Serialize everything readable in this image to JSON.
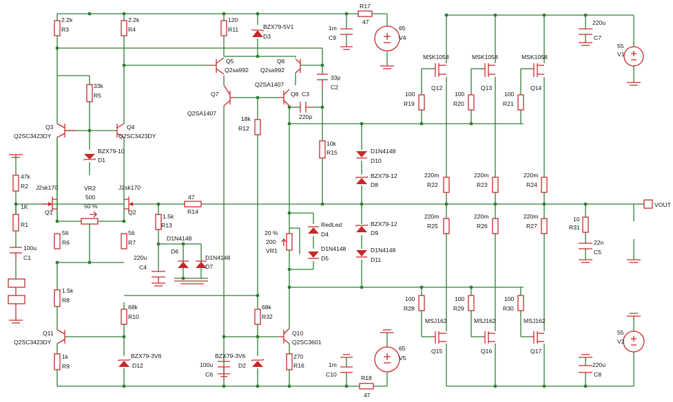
{
  "labels": {
    "r3v": "2.2k",
    "r3": "R3",
    "r4v": "2.2k",
    "r4": "R4",
    "r11v": "120",
    "r11": "R11",
    "d3v": "BZX79-5V1",
    "d3": "D3",
    "r17": "R17",
    "r17v": "47",
    "c9v": "1m",
    "c9": "C9",
    "v4v": "65",
    "v4": "V4",
    "c7v": "220u",
    "c7": "C7",
    "v1v": "55",
    "v1": "V1",
    "q5": "Q5",
    "q5t": "Q2sa992",
    "q6": "Q6",
    "q6t": "Q2sa992",
    "c2v": "33p",
    "c2": "C2",
    "msk1": "MSK1058",
    "msk2": "MSK1058",
    "msk3": "MSK1058",
    "q12": "Q12",
    "q13": "Q13",
    "q14": "Q14",
    "r5v": "33k",
    "r5": "R5",
    "q7": "Q7",
    "q7t": "Q2SA1407",
    "q8t": "Q2SA1407",
    "q8": "Q8",
    "c3": "C3",
    "c3v": "220p",
    "r19v": "100",
    "r19": "R19",
    "r20v": "100",
    "r20": "R20",
    "r21v": "100",
    "r21": "R21",
    "q3": "Q3",
    "q3t": "Q2SC3423DY",
    "q4": "Q4",
    "q4t": "Q2SC3423DY",
    "r12v": "18k",
    "r12": "R12",
    "d1v": "BZX79-10",
    "d1": "D1",
    "r15v": "10k",
    "r15": "R15",
    "d10v": "D1N4148",
    "d10": "D10",
    "r2v": "47k",
    "r2": "R2",
    "j1t": "J2sk170",
    "vr2": "VR2",
    "j2t": "J2sk170",
    "d8v": "BZX79-12",
    "d8": "D8",
    "r22v": "220m",
    "r22": "R22",
    "r23v": "220m",
    "r23": "R23",
    "r24v": "220m",
    "r24": "R24",
    "vr2v": "500",
    "vr2p": "50 %",
    "r14v": "47",
    "r14": "R14",
    "r1v": "1K",
    "r1": "R1",
    "q1": "Q1",
    "q2": "Q2",
    "r13v": "1.5k",
    "r13": "R13",
    "vout": "VOUT",
    "r25v": "220m",
    "r25": "R25",
    "r26v": "220m",
    "r26": "R26",
    "r27v": "220m",
    "r27": "R27",
    "r31v": "10",
    "r31": "R31",
    "r6v": "56",
    "r6": "R6",
    "r7v": "56",
    "r7": "R7",
    "d4v": "RedLed",
    "d4": "D4",
    "d9v": "BZX79-12",
    "d9": "D9",
    "vr1p": "20 %",
    "vr1v": "200",
    "vr1": "VR1",
    "d6d7v": "D1N4148",
    "d6": "D6",
    "c1v": "100u",
    "c1": "C1",
    "c4v": "220u",
    "c4": "C4",
    "d7": "D1N4148",
    "d7n": "D7",
    "d5v": "D1N4148",
    "d5": "D5",
    "d11v": "D1N4148",
    "d11": "D11",
    "c5v": "22n",
    "c5": "C5",
    "r8v": "1.5k",
    "r8": "R8",
    "r28v": "100",
    "r28": "R28",
    "r29v": "100",
    "r29": "R29",
    "r30v": "100",
    "r30": "R30",
    "r10v": "68k",
    "r10": "R10",
    "r32v": "68k",
    "r32": "R32",
    "msj1": "MSJ162",
    "msj2": "MSJ162",
    "msj3": "MSJ162",
    "q11": "Q11",
    "q11t": "Q2SC3423DY",
    "q10": "Q10",
    "q10t": "Q2SC3601",
    "q15": "Q15",
    "q16": "Q16",
    "q17": "Q17",
    "v5v": "65",
    "v5": "V5",
    "v2v": "55",
    "v2": "V2",
    "r9v": "1k",
    "r9": "R9",
    "d12v": "BZX79-3V6",
    "d12": "D12",
    "d2v": "BZX79-3V6",
    "d2": "D2",
    "r16v": "270",
    "r16": "R16",
    "c10v": "1m",
    "c10": "C10",
    "c8v": "220u",
    "c8": "C8",
    "c6v": "100u",
    "c6": "C6",
    "r18": "R18",
    "r18v": "47"
  }
}
